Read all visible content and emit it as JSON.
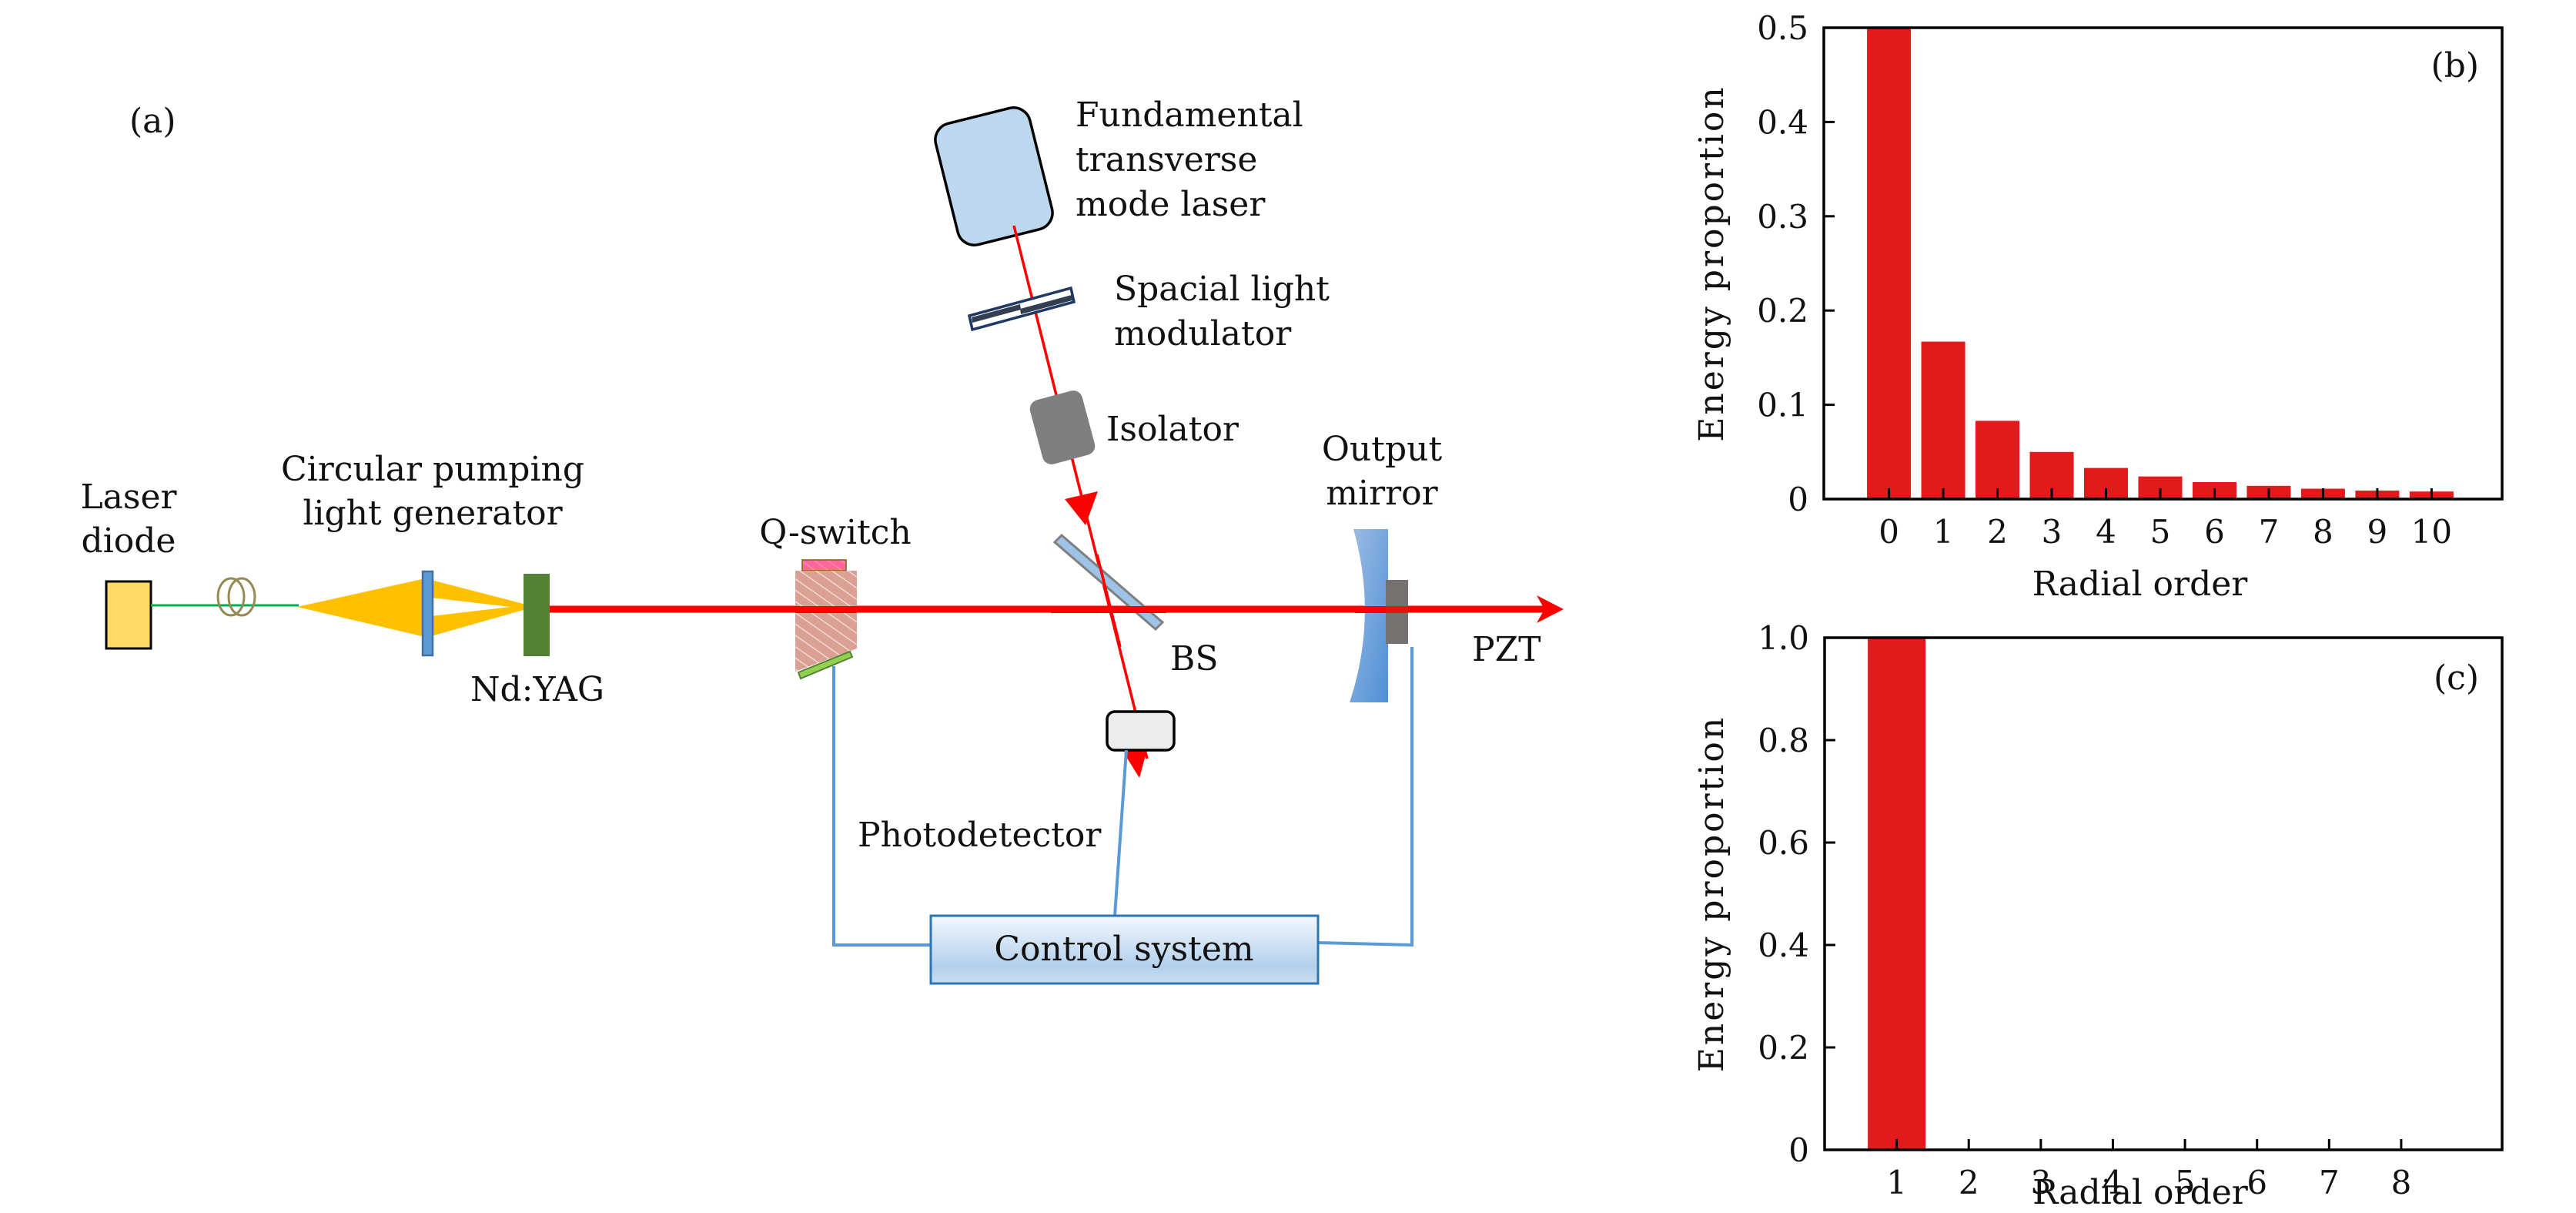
{
  "panel_a": {
    "tag": "(a)",
    "labels": {
      "laser_diode": [
        "Laser",
        "diode"
      ],
      "pump_generator": [
        "Circular pumping",
        "light generator"
      ],
      "nd_yag": "Nd:YAG",
      "q_switch": "Q-switch",
      "fundamental_laser": [
        "Fundamental",
        "transverse",
        "mode laser"
      ],
      "slm": [
        "Spacial light",
        "modulator"
      ],
      "isolator": "Isolator",
      "bs": "BS",
      "output_mirror": [
        "Output",
        "mirror"
      ],
      "pzt": "PZT",
      "photodetector": "Photodetector",
      "control_system": "Control system"
    },
    "colors": {
      "beam": "#ff0000",
      "pump": "#ffc000",
      "fiber": "#00b050",
      "laser_diode": "#ffd966",
      "nd_yag": "#548235",
      "lens": "#5b9bd5",
      "wire": "#5b9bd5",
      "fundamental_laser": "#bdd7ee",
      "isolator": "#7f7f7f",
      "photodetector": "#ececec",
      "q_switch_body": "#d9a093",
      "q_switch_cap": "#ff6699",
      "q_switch_plate": "#92d050",
      "pzt": "#767171"
    }
  },
  "chart_data": [
    {
      "panel": "(b)",
      "type": "bar",
      "title": "",
      "xlabel": "Radial order",
      "ylabel": "Energy proportion",
      "categories": [
        "0",
        "1",
        "2",
        "3",
        "4",
        "5",
        "6",
        "7",
        "8",
        "9",
        "10"
      ],
      "values": [
        0.5,
        0.167,
        0.083,
        0.05,
        0.033,
        0.024,
        0.018,
        0.014,
        0.011,
        0.009,
        0.008
      ],
      "ylim": [
        0,
        0.5
      ],
      "yticks": [
        0,
        0.1,
        0.2,
        0.3,
        0.4,
        0.5
      ],
      "ytick_labels": [
        "0",
        "0.1",
        "0.2",
        "0.3",
        "0.4",
        "0.5"
      ],
      "xlim": [
        -1.2,
        11.3
      ],
      "grid": false,
      "bar_color": "#e31a1c"
    },
    {
      "panel": "(c)",
      "type": "bar",
      "title": "",
      "xlabel": "Radial order",
      "ylabel": "Energy proportion",
      "categories": [
        "1",
        "2",
        "3",
        "4",
        "5",
        "6",
        "7",
        "8"
      ],
      "values": [
        1.0,
        0,
        0,
        0,
        0,
        0,
        0,
        0
      ],
      "ylim": [
        0,
        1.0
      ],
      "yticks": [
        0,
        0.2,
        0.4,
        0.6,
        0.8,
        1.0
      ],
      "ytick_labels": [
        "0",
        "0.2",
        "0.4",
        "0.6",
        "0.8",
        "1.0"
      ],
      "xlim": [
        0,
        9.4
      ],
      "grid": false,
      "bar_color": "#e31a1c"
    }
  ]
}
